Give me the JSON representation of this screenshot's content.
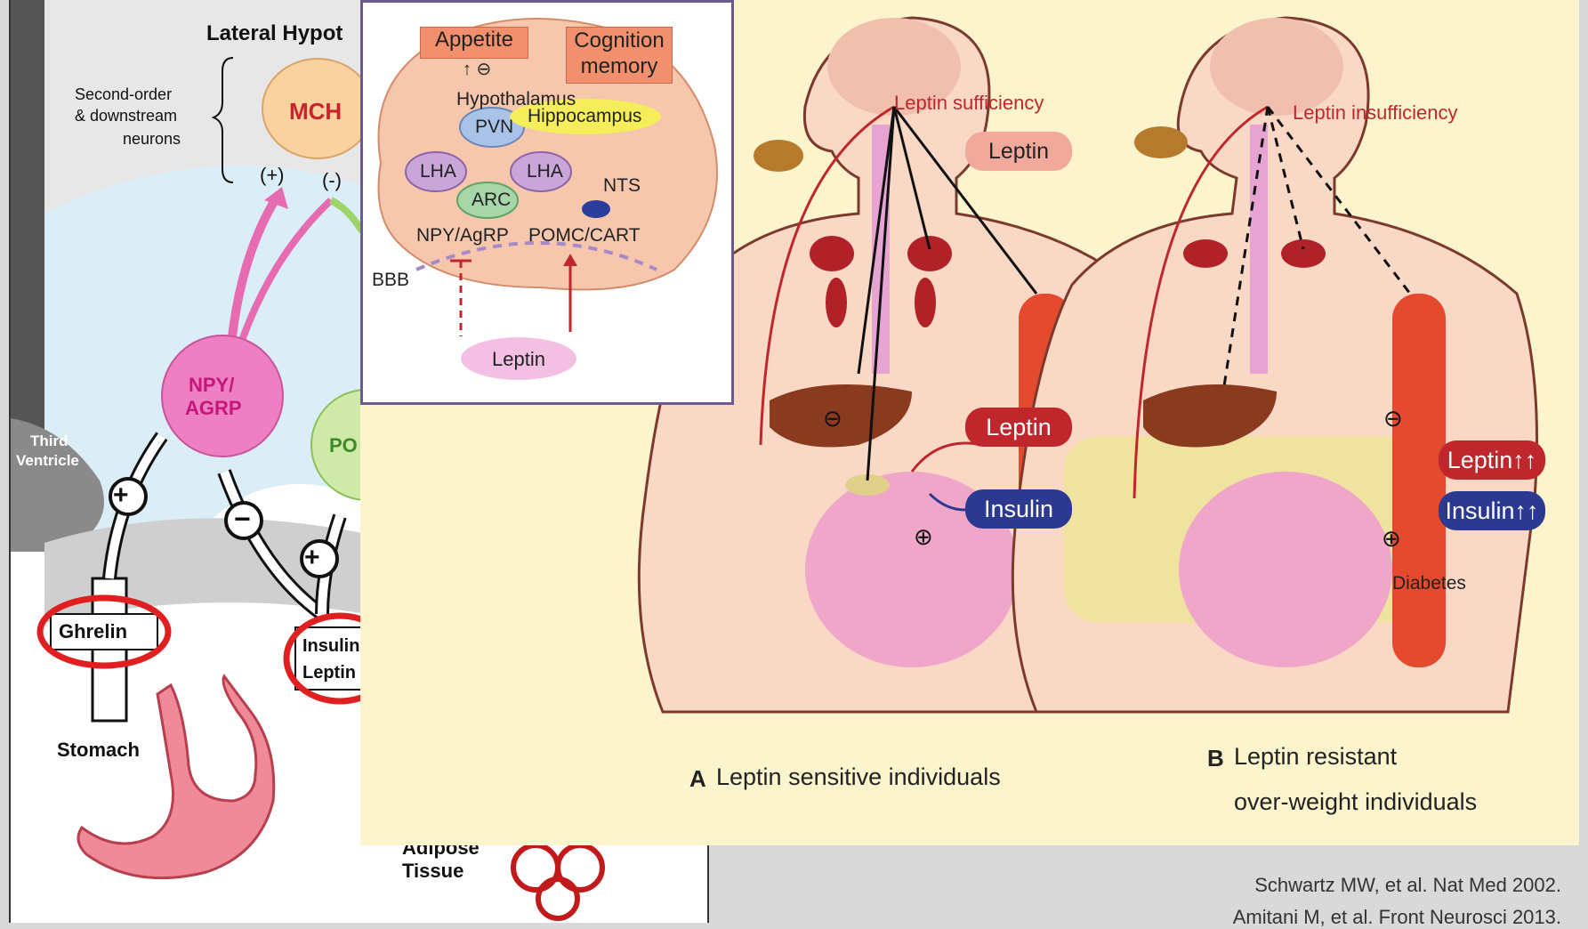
{
  "left_panel": {
    "lateral_hypothalamus": "Lateral Hypot",
    "second_order": "Second-order",
    "downstream": "& downstream",
    "neurons": "neurons",
    "mch": "MCH",
    "plus_sign": "(+)",
    "minus_sign": "(-)",
    "npy": "NPY/",
    "agrp": "AGRP",
    "pomc_partial": "PO",
    "third": "Third",
    "ventricle": "Ventricle",
    "ghrelin": "Ghrelin",
    "insulin_partial": "Insulin",
    "leptin_partial": "Leptin",
    "stomach": "Stomach",
    "adipose": "Adipose",
    "tissue": "Tissue",
    "sym_plus": "+",
    "sym_minus": "−"
  },
  "inset": {
    "appetite": "Appetite",
    "up_minus": "↑ ⊖",
    "cognition": "Cognition",
    "memory": "memory",
    "hypothalamus": "Hypothalamus",
    "hippocampus": "Hippocampus",
    "pvn": "PVN",
    "lha_left": "LHA",
    "lha_right": "LHA",
    "arc": "ARC",
    "nts": "NTS",
    "npy_agrp": "NPY/AgRP",
    "pomc_cart": "POMC/CART",
    "bbb": "BBB",
    "leptin": "Leptin"
  },
  "right_panel": {
    "leptin_sufficiency": "Leptin sufficiency",
    "leptin_insufficiency": "Leptin insufficiency",
    "leptin_center": "Leptin",
    "leptin_tag": "Leptin",
    "insulin_tag": "Insulin",
    "leptin_up": "Leptin↑↑",
    "insulin_up": "Insulin↑↑",
    "diabetes": "Diabetes",
    "caption_a_letter": "A",
    "caption_a": "Leptin sensitive individuals",
    "caption_b_letter": "B",
    "caption_b_line1": "Leptin resistant",
    "caption_b_line2": "over-weight individuals",
    "minus": "⊖",
    "plus": "⊕"
  },
  "citation": {
    "line1": "Schwartz MW, et al. Nat Med 2002.",
    "line2": "Amitani M, et al. Front Neurosci 2013."
  },
  "colors": {
    "leptin_red": "#c0272d",
    "insulin_blue": "#2b3990",
    "background_cream": "#fbf4cc",
    "highlight_circle": "#e02020"
  }
}
